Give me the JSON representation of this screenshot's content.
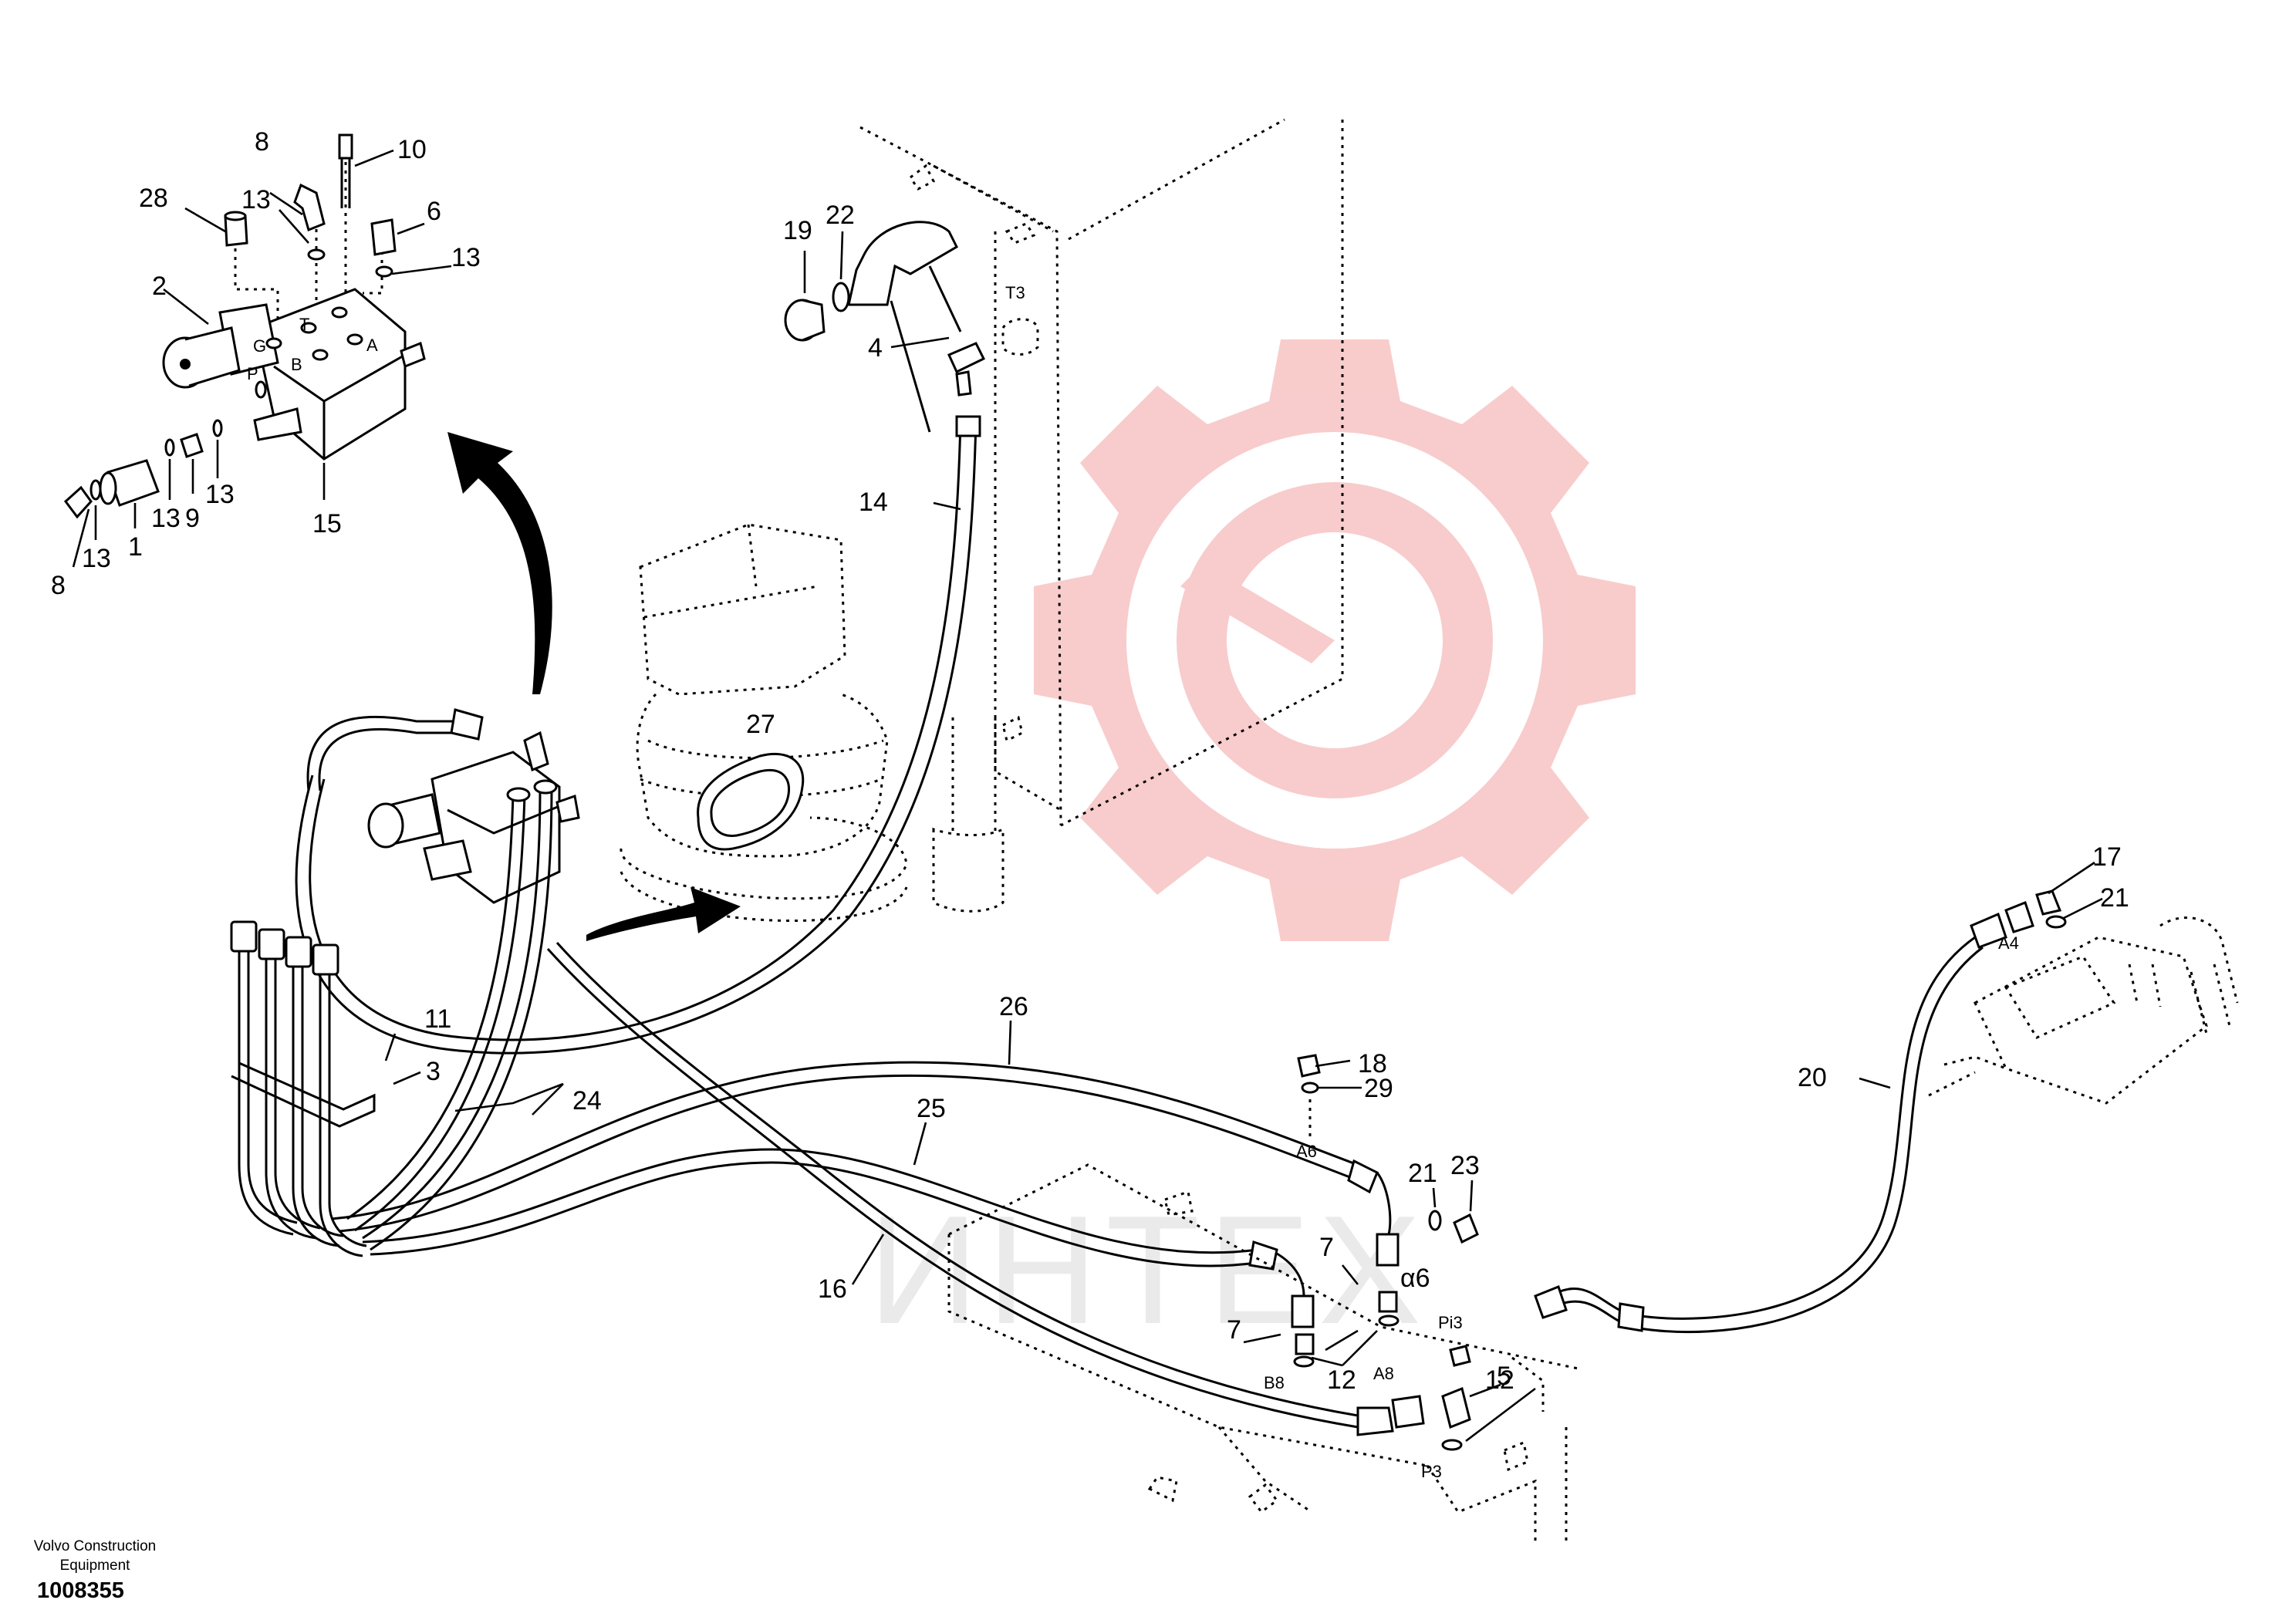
{
  "credit": {
    "line1": "Volvo Construction",
    "line2": "Equipment"
  },
  "document_number": "1008355",
  "watermark_text": "ИНТЕХ",
  "watermark_color": "#f4a3a3",
  "port_labels": [
    "T",
    "G",
    "B",
    "A",
    "P",
    "T3",
    "A4",
    "A6",
    "Pi3",
    "B8",
    "A8",
    "P3",
    "α6"
  ],
  "callouts": [
    "1",
    "2",
    "3",
    "4",
    "5",
    "6",
    "7",
    "8",
    "9",
    "10",
    "11",
    "12",
    "13",
    "14",
    "15",
    "16",
    "17",
    "18",
    "19",
    "20",
    "21",
    "22",
    "23",
    "24",
    "25",
    "26",
    "27",
    "28",
    "29"
  ]
}
